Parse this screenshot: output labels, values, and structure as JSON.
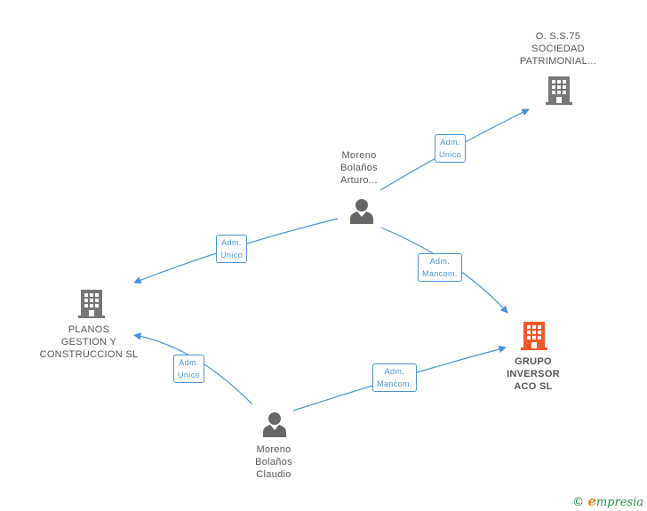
{
  "colors": {
    "edge": "#4a90d9",
    "building_gray": "#777777",
    "building_main": "#f05a28",
    "person": "#666666",
    "footer": "#2a8a4a"
  },
  "nodes": {
    "oss75": {
      "lines": [
        "O. S.S.75",
        "SOCIEDAD",
        "PATRIMONIAL..."
      ],
      "icon": "building-icon"
    },
    "arturo": {
      "lines": [
        "Moreno",
        "Bolaños",
        "Arturo..."
      ],
      "icon": "person-icon"
    },
    "planos": {
      "lines": [
        "PLANOS",
        "GESTION Y",
        "CONSTRUCCION SL"
      ],
      "icon": "building-icon"
    },
    "grupo": {
      "lines": [
        "GRUPO",
        "INVERSOR",
        "ACO SL"
      ],
      "icon": "building-icon"
    },
    "claudio": {
      "lines": [
        "Moreno",
        "Bolaños",
        "Claudio"
      ],
      "icon": "person-icon"
    }
  },
  "edges": [
    {
      "from": "arturo",
      "to": "oss75",
      "label": [
        "Adm.",
        "Unico"
      ]
    },
    {
      "from": "arturo",
      "to": "planos",
      "label": [
        "Adm.",
        "Unico"
      ]
    },
    {
      "from": "arturo",
      "to": "grupo",
      "label": [
        "Adm.",
        "Mancom."
      ]
    },
    {
      "from": "claudio",
      "to": "planos",
      "label": [
        "Adm.",
        "Unico"
      ]
    },
    {
      "from": "claudio",
      "to": "grupo",
      "label": [
        "Adm.",
        "Mancom."
      ]
    }
  ],
  "footer": {
    "copyright": "©",
    "brand_initial": "e",
    "brand_rest": "mpresia"
  }
}
